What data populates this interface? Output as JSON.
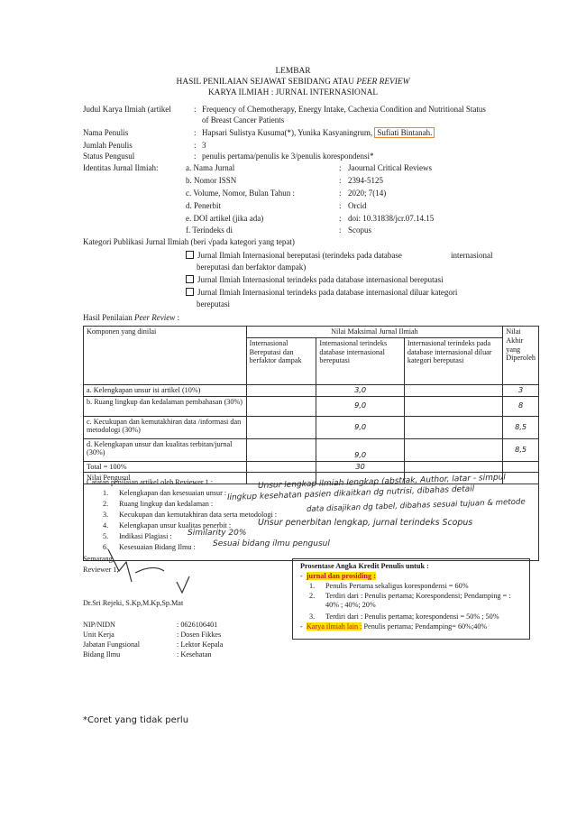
{
  "header": {
    "line1": "LEMBAR",
    "line2_a": "HASIL PENILAIAN SEJAWAT SEBIDANG ATAU ",
    "line2_b": "PEER REVIEW",
    "line3": "KARYA ILMIAH : JURNAL INTERNASIONAL"
  },
  "fields": {
    "judul_label": "Judul  Karya Ilmiah (artikel",
    "judul_value_1": "Frequency of Chemotherapy, Energy Intake, Cachexia Condition and Nutritional Status",
    "judul_value_2": "of Breast Cancer Patients",
    "penulis_label": "Nama Penulis",
    "penulis_value": "Hapsari Sulistya Kusuma(*), Yunika Kasyaningrum,",
    "penulis_highlight": "Sufiati Bintanah.",
    "jumlah_label": "Jumlah Penulis",
    "jumlah_value": "3",
    "status_label": "Status Pengusul",
    "status_value": "penulis pertama/penulis ke 3/penulis korespondensi*",
    "identitas_label": "Identitas Jurnal Ilmiah:",
    "colon": ":"
  },
  "identitas": [
    {
      "label": "a.  Nama Jurnal",
      "value": "Jaournal Critical Reviews"
    },
    {
      "label": "b.  Nomor ISSN",
      "value": "2394-5125"
    },
    {
      "label": "c.  Volume, Nomor, Bulan Tahun :",
      "value": "2020; 7(14)"
    },
    {
      "label": "d.  Penerbit",
      "value": "Orcid"
    },
    {
      "label": "e.  DOI artikel (jika ada)",
      "value": "doi: 10.31838/jcr.07.14.15"
    },
    {
      "label": "f.  Terindeks di",
      "value": "Scopus"
    }
  ],
  "kategori": {
    "label": "Kategori Publikasi Jurnal Ilmiah (beri √pada kategori yang tepat)",
    "opt1_a": "Jurnal Ilmiah Internasional bereputasi (terindeks pada database",
    "opt1_b": "internasional",
    "opt1_c": "bereputasi dan berfaktor dampak)",
    "opt2": "Jurnal Ilmiah Internasional terindeks pada database internasional bereputasi",
    "opt3_a": "Jurnal Ilmiah Internasional terindeks pada database internasional diluar kategori",
    "opt3_b": "bereputasi"
  },
  "hasil": {
    "label_a": "Hasil Penilaian ",
    "label_b": "Peer Review",
    "label_c": " :"
  },
  "table": {
    "komponen": "Komponen yang dinilai",
    "nilai_maks": "Nilai Maksimal Jurnal Ilmiah",
    "col1": "Internasional Bereputasi dan berfaktor dampak",
    "col2": "Internasional terindeks database internasional bereputasi",
    "col3": "Internasional terindeks pada database internasional diluar kategori bereputasi",
    "col_akhir": "Nilai Akhir yang Diperoleh",
    "rows": [
      {
        "label": "a.  Kelengkapan unsur isi artikel (10%)",
        "max": "3,0",
        "score": "3"
      },
      {
        "label": "b.  Ruang lingkup dan kedalaman pembahasan (30%)",
        "max": "9,0",
        "score": "8"
      },
      {
        "label": "c.  Kecukupan dan kemutakhiran data /informasi dan metodologi  (30%)",
        "max": "9,0",
        "score": "8,5"
      },
      {
        "label": "d.  Kelengkapan unsur dan kualitas terbitan/jurnal (30%)",
        "max": "9,0",
        "score": "8,5"
      }
    ],
    "total_label": "Total = 100%",
    "total_max": "30",
    "pengusul_label": "Nilai Pengusul"
  },
  "catatan": {
    "title": "Catatan penilaian artikel oleh Reviewer 1 :",
    "items": [
      {
        "num": "1.",
        "label": "Kelengkapan dan kesesuaian unsur :",
        "hand": "Unsur lengkap ilmiah lengkap (abstrak, Author, latar - simpul"
      },
      {
        "num": "2.",
        "label": "Ruang lingkup dan  kedalaman :",
        "hand": "lingkup kesehatan pasien dikaitkan dg nutrisi, dibahas detail"
      },
      {
        "num": "3.",
        "label": "Kecukupan dan kemutakhiran data serta metodologi :",
        "hand": "data disajikan dg tabel, dibahas sesuai tujuan & metode"
      },
      {
        "num": "4.",
        "label": "Kelengkapan unsur kualitas penerbit :",
        "hand": "Unsur penerbitan lengkap, jurnal terindeks Scopus"
      },
      {
        "num": "5.",
        "label": "Indikasi Plagiasi :",
        "hand": "Similarity 20%"
      },
      {
        "num": "6.",
        "label": "Kesesuaian Bidang Ilmu :",
        "hand": "Sesuai bidang ilmu pengusul"
      }
    ]
  },
  "sign": {
    "city": "Semarang,",
    "role": "Reviewer 1,",
    "name": "Dr.Sri Rejeki, S.Kp,M.Kp,Sp.Mat"
  },
  "reviewer_info": [
    {
      "label": "NIP/NIDN",
      "value": ": 0626106401"
    },
    {
      "label": "Unit Kerja",
      "value": ": Dosen Fikkes"
    },
    {
      "label": "Jabatan Fungsional",
      "value": ": Lektor  Kepala"
    },
    {
      "label": "Bidang Ilmu",
      "value": ": Kesehatan"
    }
  ],
  "prosentase": {
    "title": "Prosentase Angka Kredit Penulis untuk :",
    "bullet1": "jurnal dan prosiding :",
    "items": [
      {
        "num": "1.",
        "text": "Penulis Pertama sekaligus korespondensi =  60%"
      },
      {
        "num": "2.",
        "text": "Terdiri dari : Penulis pertama; Korespondensi; Pendamping = : 40% ;  40%; 20%"
      },
      {
        "num": "3.",
        "text": "Terdiri dari : Penulis pertama;  korespondensi = 50% ; 50%"
      }
    ],
    "bullet2_hl": "Karya ilmiah lain :",
    "bullet2_rest": " Penulis pertama; Pendamping= 60%;40%",
    "dash": "-"
  },
  "footnote": "*Coret yang tidak perlu"
}
